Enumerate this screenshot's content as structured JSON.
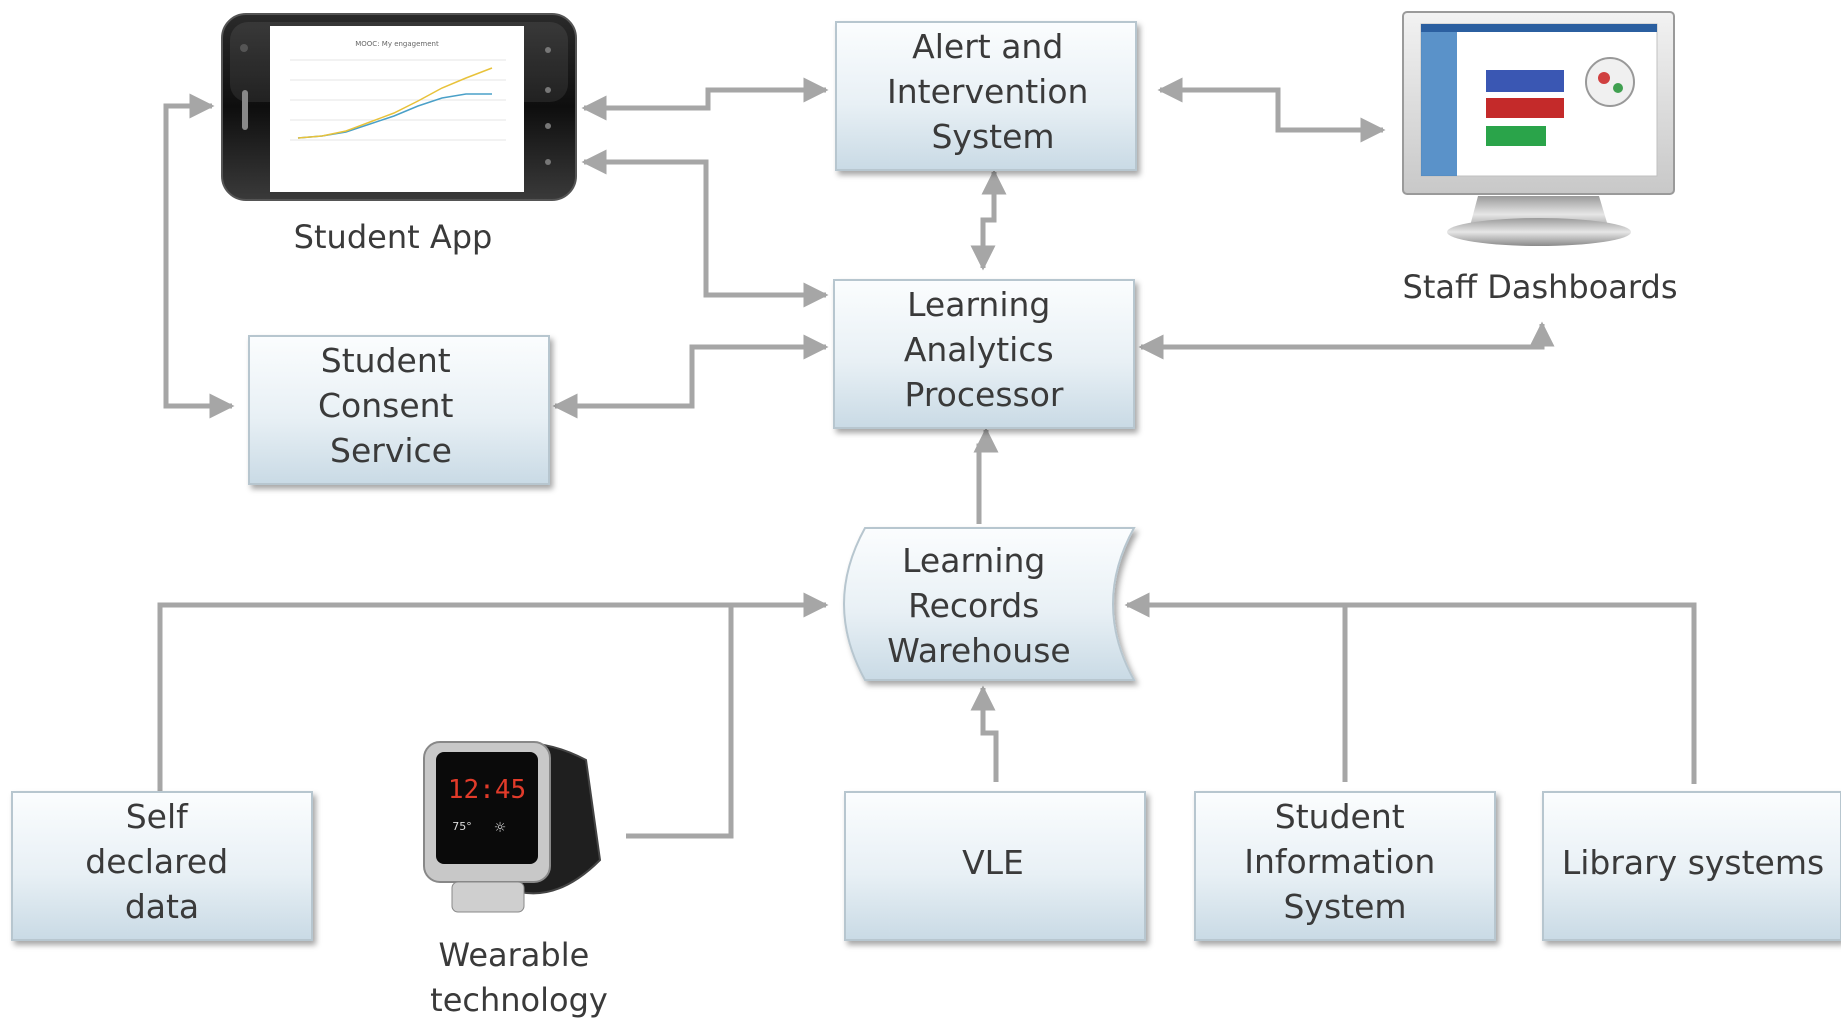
{
  "nodes": {
    "alert": {
      "lines": [
        "Alert and",
        "Intervention",
        "System"
      ]
    },
    "processor": {
      "lines": [
        "Learning",
        "Analytics",
        "Processor"
      ]
    },
    "consent": {
      "lines": [
        "Student",
        "Consent",
        "Service"
      ]
    },
    "warehouse": {
      "lines": [
        "Learning",
        "Records",
        "Warehouse"
      ]
    },
    "self_declared": {
      "lines": [
        "Self",
        "declared",
        "data"
      ]
    },
    "vle": {
      "lines": [
        "VLE"
      ]
    },
    "sis": {
      "lines": [
        "Student",
        "Information",
        "System"
      ]
    },
    "library": {
      "lines": [
        "Library systems"
      ]
    }
  },
  "captions": {
    "student_app": "Student App",
    "staff_dashboards": "Staff Dashboards",
    "wearable": [
      "Wearable",
      "technology"
    ]
  },
  "phone_screen": {
    "chart_title": "MOOC: My engagement"
  },
  "watch_screen": {
    "time": "12:45",
    "temp": "75°"
  },
  "colors": {
    "connector": "#a6a6a6",
    "box_top": "#fbfdfe",
    "box_bottom": "#c9dae5",
    "box_border": "#b7c6cf",
    "dash_bar_blue": "#3a57b3",
    "dash_bar_red": "#c42a2a",
    "dash_bar_green": "#2aa44a"
  }
}
